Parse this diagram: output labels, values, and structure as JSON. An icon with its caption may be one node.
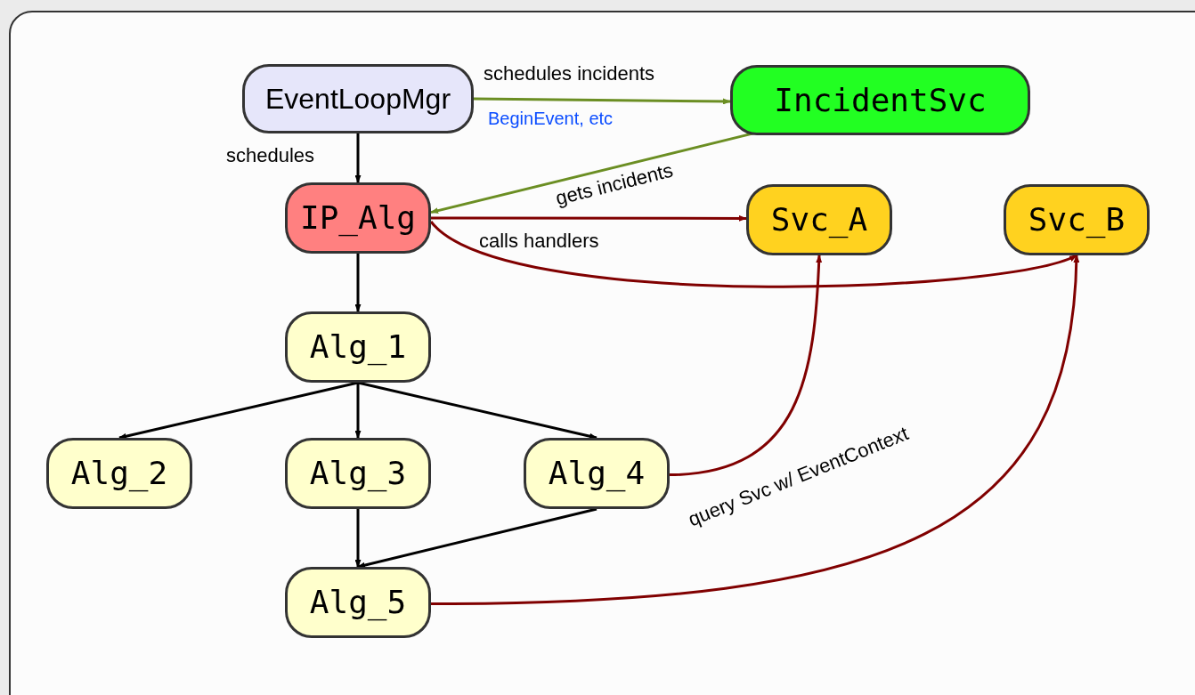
{
  "diagram": {
    "nodes": [
      {
        "text": [
          "EventLoopMgr"
        ]
      },
      {
        "text": [
          "IncidentSvc"
        ]
      },
      {
        "text": [
          "IP_Alg"
        ]
      },
      {
        "text": [
          "Svc_A"
        ]
      },
      {
        "text": [
          "Svc_B"
        ]
      },
      {
        "text": [
          "Alg_1"
        ]
      },
      {
        "text": [
          "Alg_2"
        ]
      },
      {
        "text": [
          "Alg_3"
        ]
      },
      {
        "text": [
          "Alg_4"
        ]
      },
      {
        "text": [
          "Alg_5"
        ]
      }
    ],
    "edges": [
      {
        "from": 0,
        "to": 1,
        "arrow": "to",
        "label": "schedules incidents",
        "color": "#6b8e23"
      },
      {
        "from": 0,
        "to": 2,
        "arrow": "to",
        "label": "schedules"
      },
      {
        "from": 1,
        "to": 2,
        "arrow": "to",
        "label": "gets incidents",
        "color": "#6b8e23"
      },
      {
        "from": 2,
        "to": 3,
        "arrow": "to",
        "color": "#800000"
      },
      {
        "from": 2,
        "to": 4,
        "arrow": "to",
        "label": "calls handlers",
        "color": "#800000"
      },
      {
        "from": 2,
        "to": 5,
        "arrow": "to"
      },
      {
        "from": 5,
        "to": 6,
        "arrow": "to"
      },
      {
        "from": 5,
        "to": 7,
        "arrow": "to"
      },
      {
        "from": 5,
        "to": 8,
        "arrow": "to"
      },
      {
        "from": 8,
        "to": 3,
        "arrow": "to",
        "color": "#800000"
      },
      {
        "from": 7,
        "to": 9,
        "arrow": "to"
      },
      {
        "from": 8,
        "to": 9,
        "arrow": "to"
      },
      {
        "from": 9,
        "to": 4,
        "arrow": "to",
        "label": "query Svc w/ EventContext",
        "color": "#800000"
      }
    ],
    "labels": [
      "BeginEvent, etc"
    ]
  }
}
